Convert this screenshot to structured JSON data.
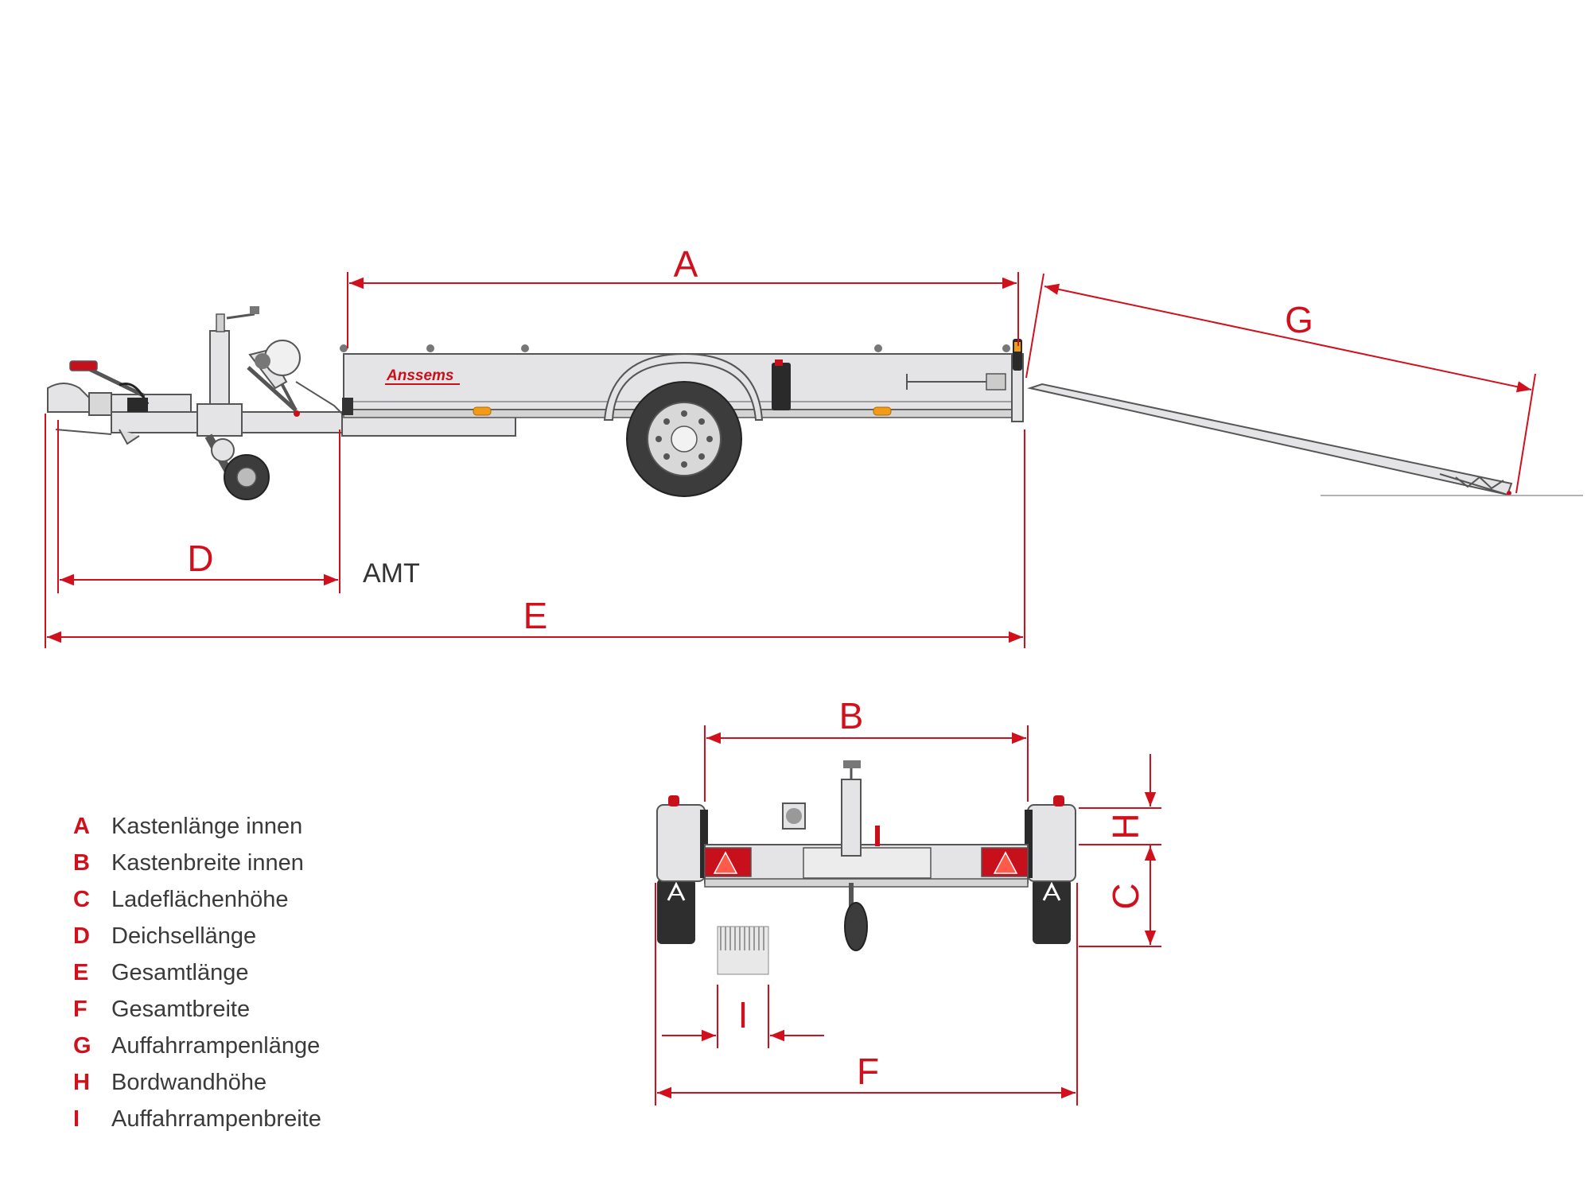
{
  "brand": "Anssems",
  "badge_letter": "A",
  "model_label": "AMT",
  "dimension_markers": {
    "A": "A",
    "B": "B",
    "C": "C",
    "D": "D",
    "E": "E",
    "F": "F",
    "G": "G",
    "H": "H",
    "I": "I"
  },
  "legend": [
    {
      "key": "A",
      "label": "Kastenlänge innen"
    },
    {
      "key": "B",
      "label": "Kastenbreite innen"
    },
    {
      "key": "C",
      "label": "Ladeflächenhöhe"
    },
    {
      "key": "D",
      "label": "Deichsellänge"
    },
    {
      "key": "E",
      "label": "Gesamtlänge"
    },
    {
      "key": "F",
      "label": "Gesamtbreite"
    },
    {
      "key": "G",
      "label": "Auffahrrampenlänge"
    },
    {
      "key": "H",
      "label": "Bordwandhöhe"
    },
    {
      "key": "I",
      "label": "Auffahrrampenbreite"
    }
  ],
  "colors": {
    "dimension": "#d0101c",
    "body": "#e4e4e6",
    "outline": "#555555",
    "tyre": "#3c3c3c"
  }
}
